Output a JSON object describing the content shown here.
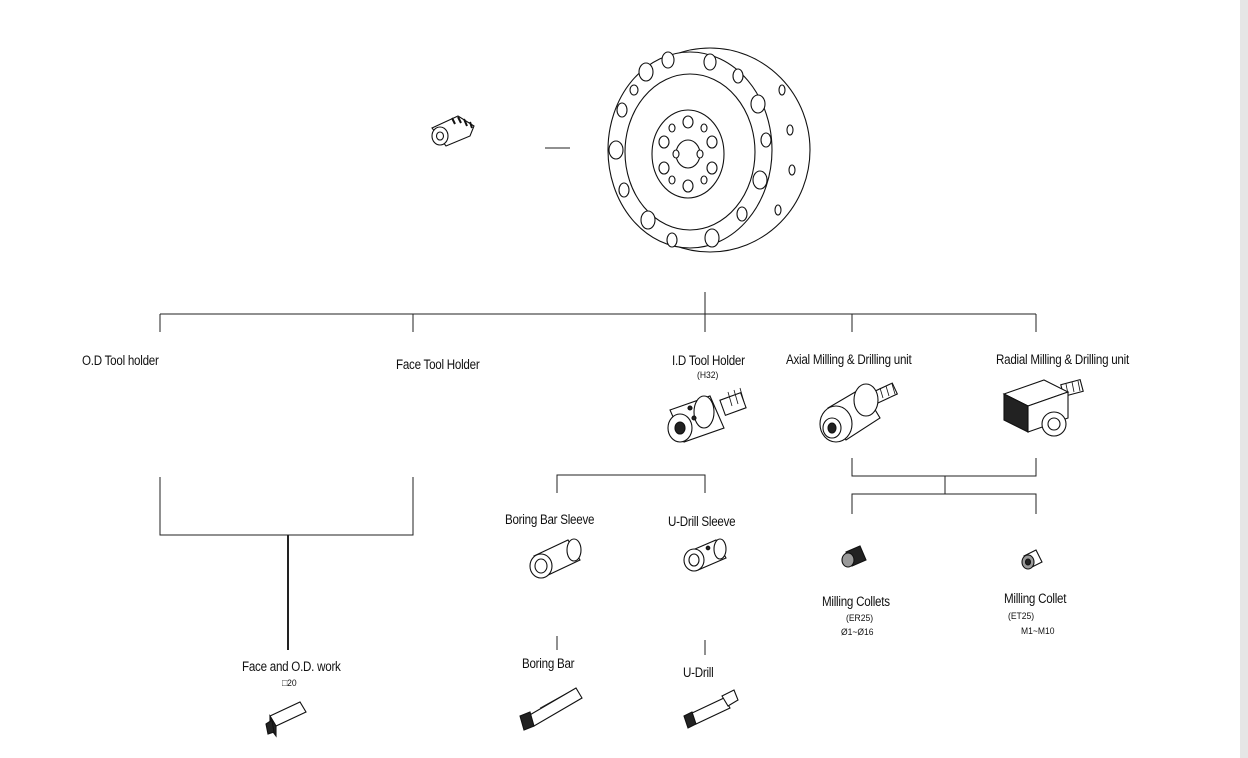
{
  "labels": {
    "od_tool_holder": "O.D Tool holder",
    "face_tool_holder": "Face Tool Holder",
    "id_tool_holder": "I.D Tool Holder",
    "id_tool_holder_code": "(H32)",
    "axial_unit": "Axial Milling & Drilling unit",
    "radial_unit": "Radial Milling & Drilling unit",
    "boring_bar_sleeve": "Boring Bar Sleeve",
    "u_drill_sleeve": "U-Drill Sleeve",
    "milling_collets": "Milling Collets",
    "milling_collets_code": "(ER25)",
    "milling_collets_range": "Ø1~Ø16",
    "milling_collet": "Milling Collet",
    "milling_collet_code": "(ET25)",
    "milling_collet_range": "M1~M10",
    "face_od_work": "Face and O.D. work",
    "face_od_work_size": "□20",
    "boring_bar": "Boring Bar",
    "u_drill": "U-Drill"
  },
  "icons": [
    "turret-disc-icon",
    "clamp-wedge-icon",
    "id-tool-holder-icon",
    "axial-milling-unit-icon",
    "radial-milling-unit-icon",
    "boring-bar-sleeve-icon",
    "u-drill-sleeve-icon",
    "milling-collet-er25-icon",
    "milling-collet-et25-icon",
    "turning-tool-icon",
    "boring-bar-icon",
    "u-drill-icon"
  ]
}
